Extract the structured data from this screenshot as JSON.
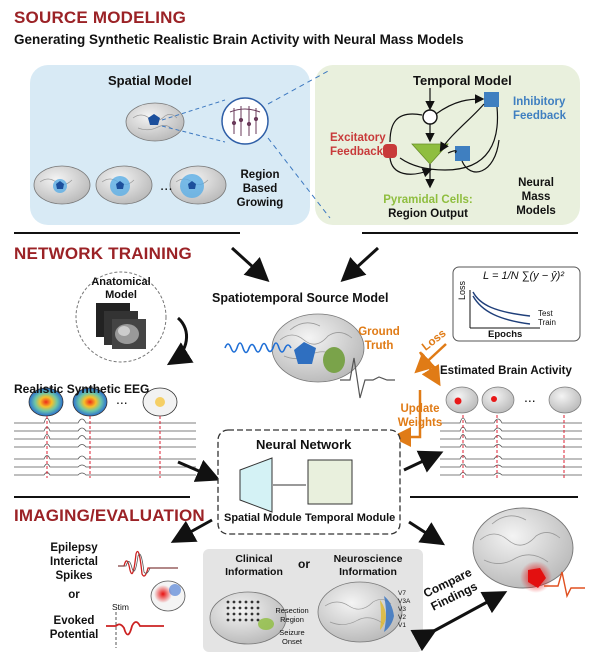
{
  "header": {
    "title": "SOURCE MODELING",
    "subtitle": "Generating Synthetic Realistic Brain Activity with Neural Mass Models"
  },
  "spatial_model": {
    "title": "Spatial Model",
    "dots": "...",
    "growing_label": [
      "Region",
      "Based",
      "Growing"
    ]
  },
  "temporal_model": {
    "title": "Temporal Model",
    "excitatory": [
      "Excitatory",
      "Feedback"
    ],
    "inhibitory": [
      "Inhibitory",
      "Feedback"
    ],
    "pyramidal": "Pyramidal Cells:",
    "region_output": "Region Output",
    "neural_mass": [
      "Neural",
      "Mass",
      "Models"
    ]
  },
  "network_training": {
    "title": "NETWORK TRAINING",
    "anatomical": [
      "Anatomical",
      "Model"
    ],
    "spatiotemporal": "Spatiotemporal Source Model",
    "ground_truth": [
      "Ground",
      "Truth"
    ],
    "eeg_title": "Realistic Synthetic EEG",
    "loss_label": "Loss",
    "update_weights": [
      "Update",
      "Weights"
    ],
    "estimated": "Estimated Brain Activity",
    "loss_formula": "L = 1/N ∑(y − ŷ)²",
    "loss_axis_y": "Loss",
    "loss_axis_x": "Epochs",
    "test": "Test",
    "train": "Train",
    "dots": "...",
    "neural_network": "Neural Network",
    "spatial_module": "Spatial Module",
    "temporal_module": "Temporal Module"
  },
  "imaging": {
    "title": "IMAGING/EVALUATION",
    "epilepsy": [
      "Epilepsy",
      "Interictal",
      "Spikes"
    ],
    "or": "or",
    "evoked": [
      "Evoked",
      "Potential"
    ],
    "stim": "Stim",
    "clinical": [
      "Clinical",
      "Information"
    ],
    "neuroscience": [
      "Neuroscience",
      "Information"
    ],
    "resection": [
      "Resection",
      "Region"
    ],
    "seizure": [
      "Seizure",
      "Onset"
    ],
    "visual_areas": [
      "V7",
      "V3A",
      "V3",
      "V2",
      "V1"
    ],
    "compare": [
      "Compare",
      "Findings"
    ]
  },
  "colors": {
    "section": "#9b2226",
    "orange": "#e07b16",
    "blue_box": "#d8eaf5",
    "green_box": "#e9f0dd",
    "cyan_box": "#d4f2f5",
    "inhibitory": "#3f7fc0",
    "excitatory": "#c83a3a",
    "pyramidal": "#8fbe3f"
  }
}
